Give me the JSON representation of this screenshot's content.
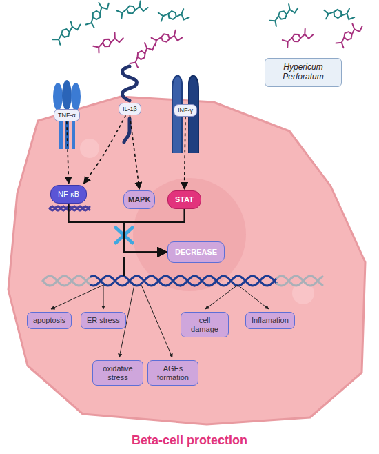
{
  "diagram": {
    "title": "Beta-cell protection",
    "nodes": [
      {
        "text": [
          "Hypericum Perforatum"
        ]
      },
      {
        "text": [
          "TNF-α"
        ]
      },
      {
        "text": [
          "IL-1β"
        ]
      },
      {
        "text": [
          "INF-γ"
        ]
      },
      {
        "text": [
          "NF-κB"
        ]
      },
      {
        "text": [
          "MAPK"
        ]
      },
      {
        "text": [
          "STAT"
        ]
      },
      {
        "text": [
          "DECREASE"
        ]
      },
      {
        "text": [
          "apoptosis"
        ]
      },
      {
        "text": [
          "ER stress"
        ]
      },
      {
        "text": [
          "cell damage"
        ]
      },
      {
        "text": [
          "Inflamation"
        ]
      },
      {
        "text": [
          "oxidative stress"
        ]
      },
      {
        "text": [
          "AGEs formation"
        ]
      }
    ],
    "edges": [
      {
        "from": 1,
        "to": 4,
        "arrow": "to"
      },
      {
        "from": 2,
        "to": 4,
        "arrow": "to"
      },
      {
        "from": 2,
        "to": 5,
        "arrow": "to"
      },
      {
        "from": 3,
        "to": 6,
        "arrow": "to"
      },
      {
        "from": 4,
        "to": 7,
        "arrow": "to"
      },
      {
        "from": 6,
        "to": 7,
        "arrow": "to"
      }
    ]
  }
}
